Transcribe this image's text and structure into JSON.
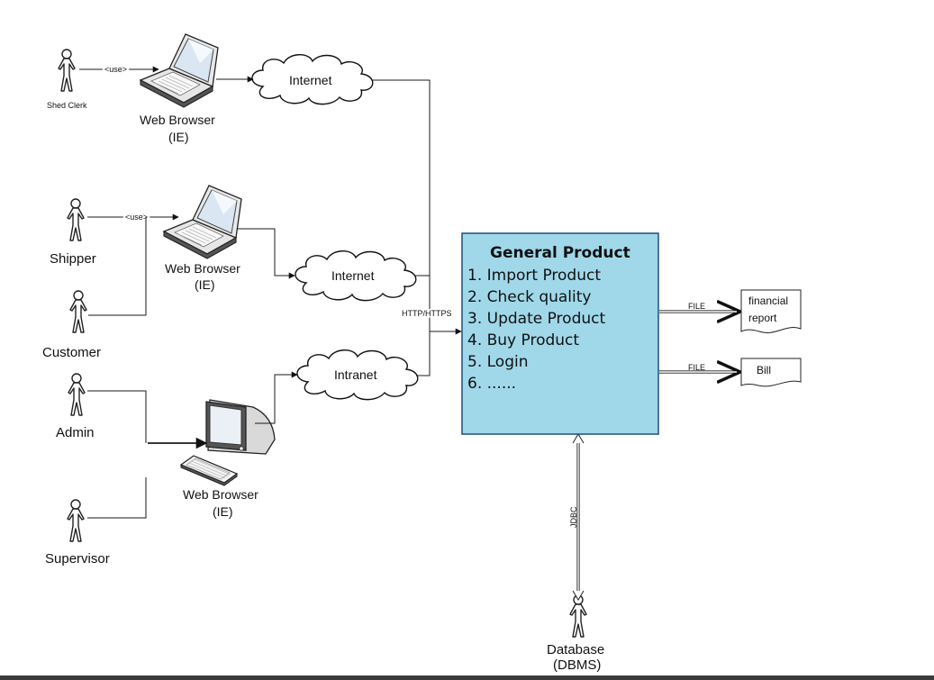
{
  "actors": {
    "shed_clerk": "Shed Clerk",
    "shipper": "Shipper",
    "customer": "Customer",
    "admin": "Admin",
    "supervisor": "Supervisor",
    "database_line1": "Database",
    "database_line2": "(DBMS)"
  },
  "devices": {
    "browser_top_line1": "Web Browser",
    "browser_top_line2": "(IE)",
    "browser_mid_line1": "Web Browser",
    "browser_mid_line2": "(IE)",
    "browser_bot_line1": "Web Browser",
    "browser_bot_line2": "(IE)"
  },
  "networks": {
    "internet_top": "Internet",
    "internet_mid": "Internet",
    "intranet": "Intranet"
  },
  "edge_labels": {
    "use_top": "<use>",
    "use_mid": "<use>",
    "http": "HTTP/HTTPS",
    "file_top": "FILE",
    "file_bottom": "FILE",
    "jdbc": "JDBC"
  },
  "system": {
    "title": "General Product",
    "items": [
      "1. Import Product",
      "2. Check quality",
      "3. Update Product",
      "4. Buy Product",
      "5. Login",
      "6. ......"
    ],
    "fill_color": "#a0d8ea",
    "border_color": "#1f4e79"
  },
  "documents": {
    "financial_line1": "financial",
    "financial_line2": "report",
    "bill": "Bill"
  }
}
